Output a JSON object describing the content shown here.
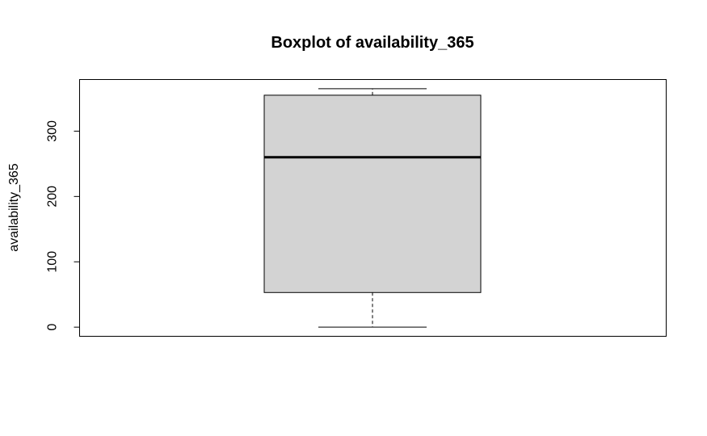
{
  "chart_data": {
    "type": "boxplot",
    "title": "Boxplot of availability_365",
    "xlabel": "",
    "ylabel": "availability_365",
    "ylim": [
      -14,
      379
    ],
    "yticks": [
      0,
      100,
      200,
      300
    ],
    "grid": false,
    "legend": "none",
    "box": {
      "whisker_low": 0,
      "q1": 53,
      "median": 260,
      "q3": 355,
      "whisker_high": 365
    },
    "colors": {
      "box_fill": "#d3d3d3",
      "stroke": "#000000"
    }
  }
}
